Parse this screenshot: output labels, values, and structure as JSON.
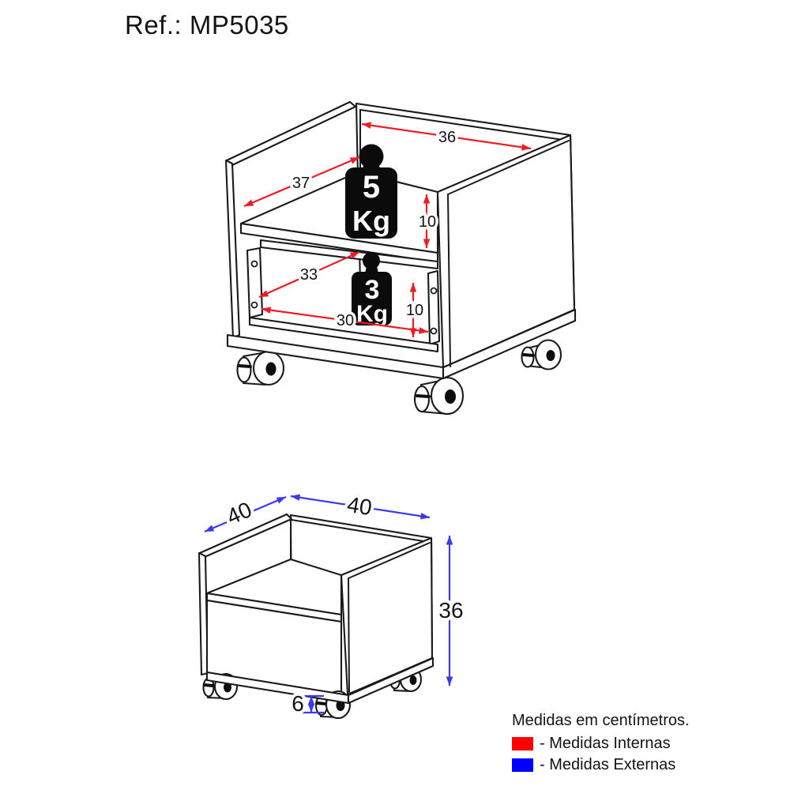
{
  "page": {
    "title": "Ref.: MP5035"
  },
  "colors": {
    "line": "#1a1a1a",
    "internal": "#ee1c25",
    "external": "#3a3ae6",
    "legend_internal": "#ff0000",
    "legend_external": "#0000ff"
  },
  "internal_view": {
    "dimensions": {
      "back_width": "36",
      "side_depth": "37",
      "upper_height": "10",
      "drawer_depth": "33",
      "drawer_width": "30",
      "drawer_height": "10"
    },
    "max_weights": {
      "shelf": {
        "value": "5",
        "unit": "Kg"
      },
      "drawer": {
        "value": "3",
        "unit": "Kg"
      }
    }
  },
  "external_view": {
    "dimensions": {
      "depth": "40",
      "width": "40",
      "height": "36",
      "caster_height": "6"
    }
  },
  "legend": {
    "title": "Medidas em centímetros.",
    "internal_label": "- Medidas Internas",
    "external_label": "- Medidas Externas"
  }
}
